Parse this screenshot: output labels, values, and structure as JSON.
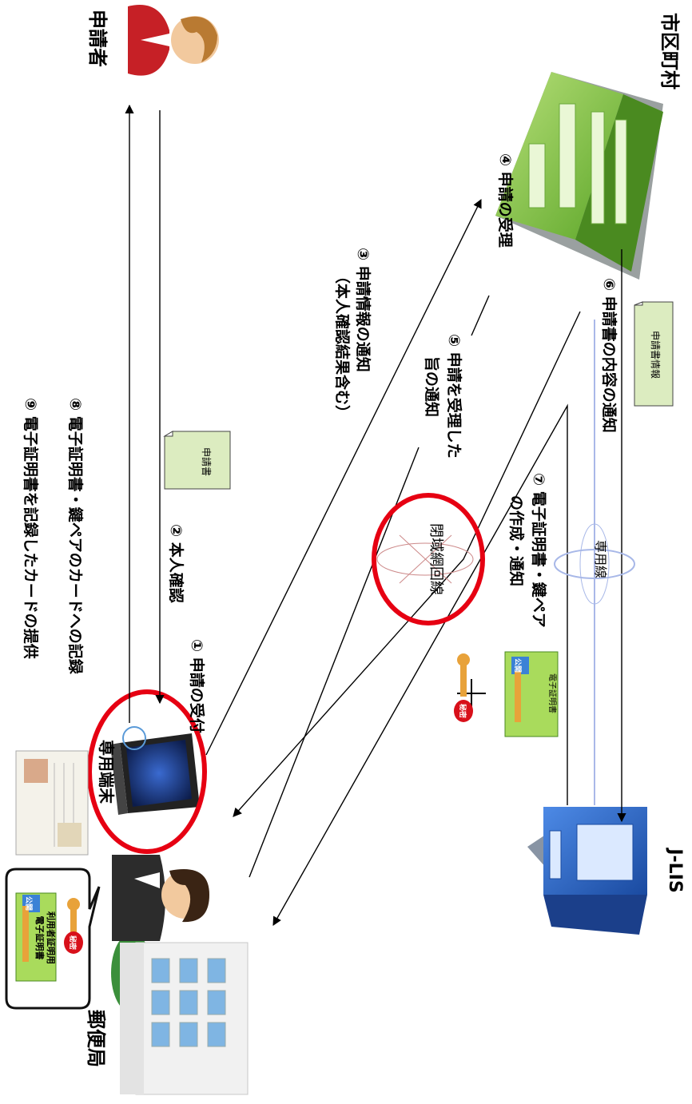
{
  "entities": {
    "applicant": "申請者",
    "municipality": "市区町村",
    "jlis": "J-LIS",
    "post_office": "郵便局",
    "dedicated_terminal": "専用端末",
    "dedicated_line": "専用線",
    "closed_network": "閉域網回線"
  },
  "steps": {
    "s1": "① 申請の受付",
    "s2": "② 本人確認",
    "s3_line1": "③ 申請情報の通知",
    "s3_line2": "（本人確認結果含む）",
    "s4": "④ 申請の受理",
    "s5_line1": "⑤ 申請を受理した",
    "s5_line2": "旨の通知",
    "s6": "⑥ 申請書の内容の通知",
    "s7_line1": "⑦ 電子証明書・鍵ペア",
    "s7_line2": "の作成・通知",
    "s8": "⑧ 電子証明書・鍵ペアのカードへの記録",
    "s9": "⑨ 電子証明書を記録したカードの提供"
  },
  "documents": {
    "application_form": "申請書",
    "application_info": "申請書情報",
    "certificate": "電子証明書",
    "user_cert_line1": "利用者証明用",
    "user_cert_line2": "電子証明書",
    "public_badge": "公開",
    "secret_badge": "秘密"
  },
  "colors": {
    "arrow": "#000000",
    "highlight_circle": "#e60012",
    "note_fill": "#dcecc0",
    "municipality_green": "#8ccc3c",
    "jlis_blue": "#2a63c4",
    "key_gold": "#e8a23a",
    "secret_red": "#d8101a"
  }
}
